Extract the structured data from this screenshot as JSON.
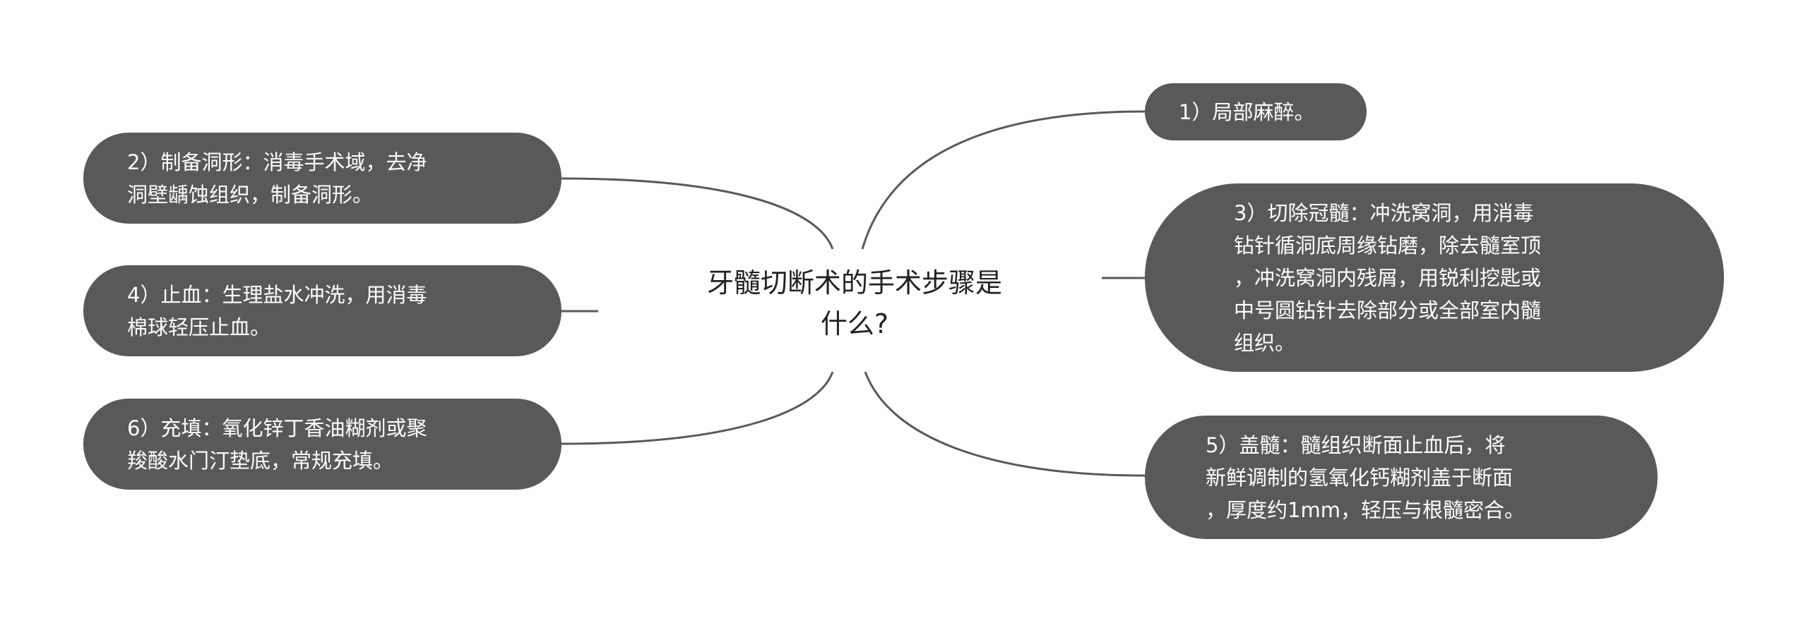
{
  "colors": {
    "node_fill": "#595959",
    "node_text": "#ffffff",
    "line": "#595959",
    "center_text": "#222222"
  },
  "center": {
    "lines": [
      "牙髓切断术的手术步骤是",
      "什么?"
    ]
  },
  "nodes": {
    "n1": {
      "lines": [
        "1）局部麻醉。"
      ]
    },
    "n2": {
      "lines": [
        "2）制备洞形：消毒手术域，去净",
        "洞壁龋蚀组织，制备洞形。"
      ]
    },
    "n3": {
      "lines": [
        "3）切除冠髓：冲洗窝洞，用消毒",
        "钻针循洞底周缘钻磨，除去髓室顶",
        "，冲洗窝洞内残屑，用锐利挖匙或",
        "中号圆钻针去除部分或全部室内髓",
        "组织。"
      ]
    },
    "n4": {
      "lines": [
        "4）止血：生理盐水冲洗，用消毒",
        "棉球轻压止血。"
      ]
    },
    "n5": {
      "lines": [
        "5）盖髓：髓组织断面止血后，将",
        "新鲜调制的氢氧化钙糊剂盖于断面",
        "，厚度约1mm，轻压与根髓密合。"
      ]
    },
    "n6": {
      "lines": [
        "6）充填：氧化锌丁香油糊剂或聚",
        "羧酸水门汀垫底，常规充填。"
      ]
    }
  }
}
